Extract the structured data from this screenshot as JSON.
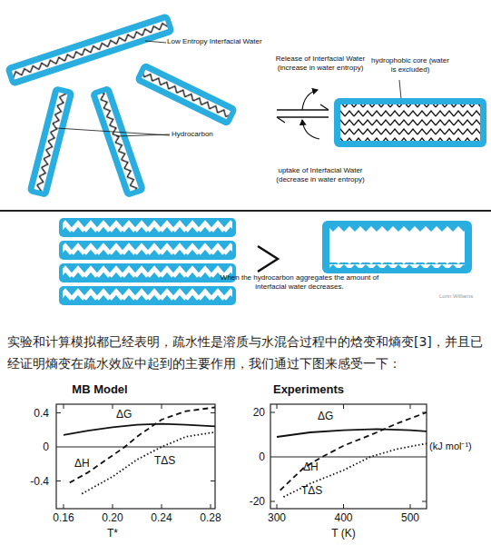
{
  "diagram": {
    "nodes": [
      {
        "text": [
          "hydrophobic core (water is excluded)"
        ]
      }
    ],
    "labels": [
      "Low Entropy Interfacial Water",
      "Hydrocarbon",
      "Release of Interfacial Water (increase in water entropy)",
      "uptake of Interfacial Water (decrease in water entropy)",
      "When the hydrocarbon aggregates the amount of interfacial water decreases.",
      "Lorin Williams",
      "实验和计算模拟都已经表明，疏水性是溶质与水混合过程中的焓变和熵变[3]，并且已经证明熵变在疏水效应中起到的主要作用，我们通过下图来感受一下：",
      "MB Model",
      "0.4",
      "0",
      "-0.4",
      "0.16",
      "0.20",
      "0.24",
      "0.28",
      "T*",
      "ΔG",
      "ΔH",
      "TΔS",
      "Experiments",
      "20",
      "0",
      "-20",
      "300",
      "400",
      "500",
      "T (K)",
      "ΔG",
      "ΔH",
      "TΔS",
      "(kJ mol⁻¹)"
    ]
  }
}
